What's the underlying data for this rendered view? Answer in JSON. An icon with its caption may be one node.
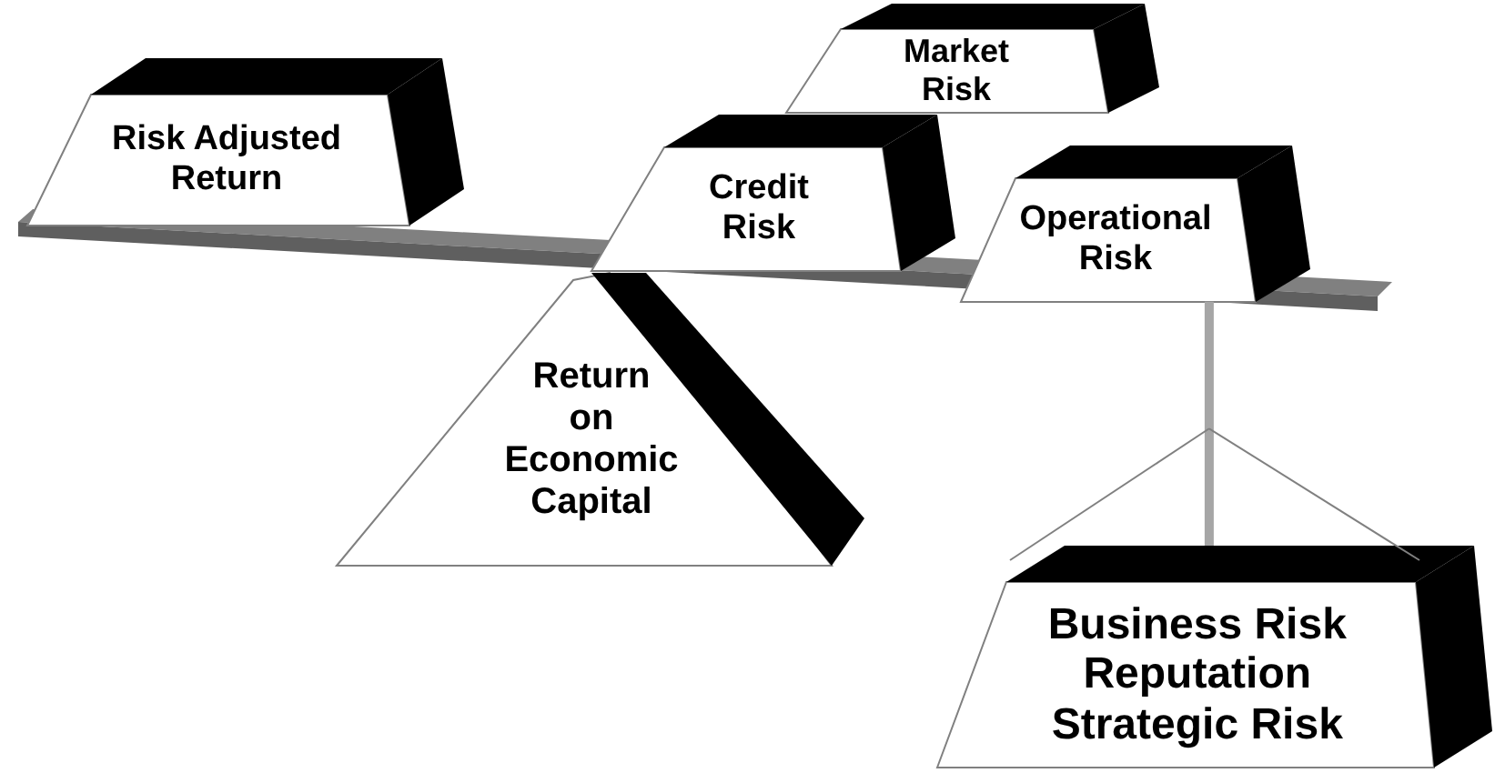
{
  "diagram": {
    "nodes": [
      {
        "text": [
          "Risk Adjusted Return"
        ]
      },
      {
        "text": [
          "Market Risk"
        ]
      },
      {
        "text": [
          "Credit Risk"
        ]
      },
      {
        "text": [
          "Operational Risk"
        ]
      },
      {
        "text": [
          "Return on Economic Capital"
        ]
      },
      {
        "text": [
          "Business Risk",
          "Reputation",
          "Strategic Risk"
        ]
      },
      {
        "text": [],
        "shape": "bar"
      }
    ],
    "edges": [
      {
        "from": 6,
        "to": 5,
        "arrow": "none"
      }
    ]
  }
}
